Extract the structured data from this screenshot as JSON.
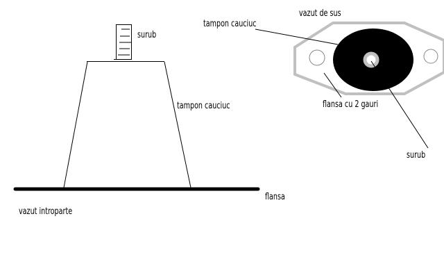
{
  "side_view": {
    "bolt_label": "surub",
    "rubber_label": "tampon cauciuc",
    "flange_label": "flansa",
    "caption": "vazut introparte"
  },
  "top_view": {
    "caption": "vazut de sus",
    "rubber_label": "tampon cauciuc",
    "flange_label": "flansa cu 2 gauri",
    "bolt_label": "surub"
  },
  "colors": {
    "flange_outline": "#c0c0c0",
    "rubber": "#000000",
    "line": "#000000"
  }
}
